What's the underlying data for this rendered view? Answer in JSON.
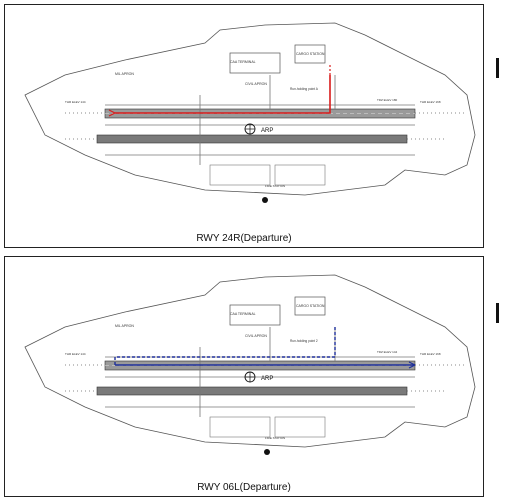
{
  "panels": [
    {
      "caption": "RWY  24R(Departure)",
      "route_color": "#d81b1b",
      "labels": {
        "arp": "ARP",
        "civil_apron": "CIVIL APRON",
        "mil_apron": "MIL APRON",
        "cargo": "CARGO STATION",
        "terminal": "CAA TERMINAL",
        "holding": "Run-holding point A",
        "fire": "FIRE STATION",
        "thr_left": "THR ELEV 144",
        "thr_right": "THR ELEV 168",
        "tdz": "TDZ ELEV 180"
      }
    },
    {
      "caption": "RWY  06L(Departure)",
      "route_color": "#1e2f9a",
      "labels": {
        "arp": "ARP",
        "civil_apron": "CIVIL APRON",
        "mil_apron": "MIL APRON",
        "cargo": "CARGO STATION",
        "terminal": "CAA TERMINAL",
        "holding": "Run-holding point 2",
        "fire": "FIRE STATION",
        "thr_left": "THR ELEV 144",
        "thr_right": "THR ELEV 168",
        "tdz": "TDZ ELEV 144"
      }
    }
  ]
}
